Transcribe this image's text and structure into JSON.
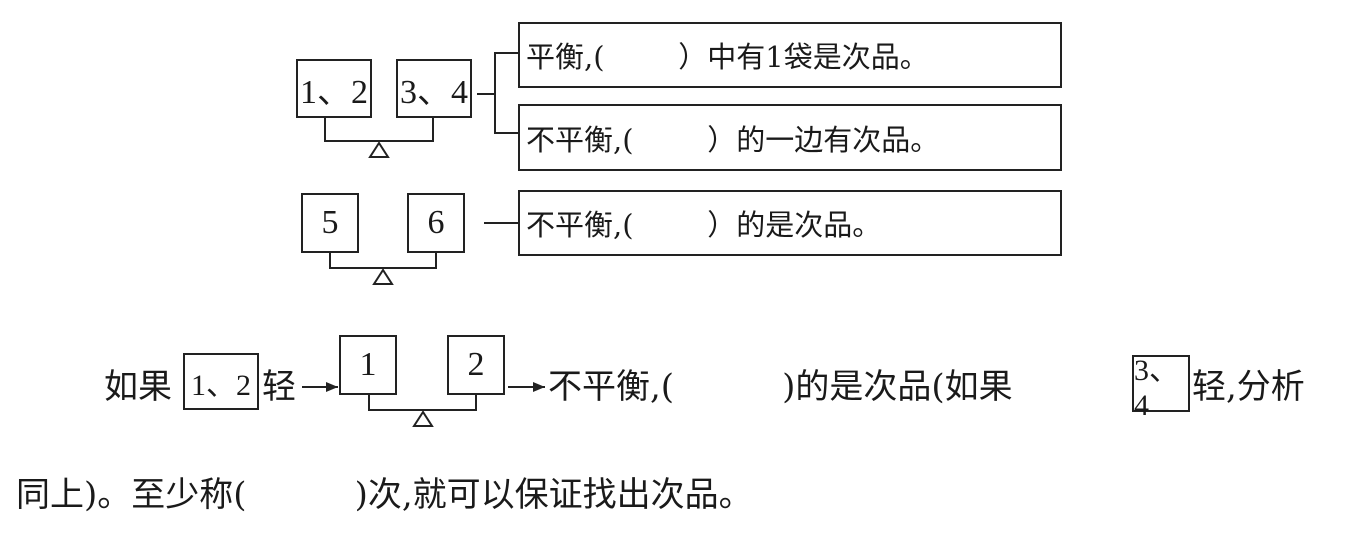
{
  "step1": {
    "left_pan": "1、2",
    "right_pan": "3、4",
    "outcomes": [
      {
        "text": "平衡,(        ）中有1袋是次品。"
      },
      {
        "text": "不平衡,(        ）的一边有次品。"
      }
    ]
  },
  "step2": {
    "left_pan": "5",
    "right_pan": "6",
    "outcomes": [
      {
        "text": "不平衡,(        ）的是次品。"
      }
    ]
  },
  "step3": {
    "prefix": "如果",
    "condition_box": "1、2",
    "condition_suffix": "轻",
    "left_pan": "1",
    "right_pan": "2",
    "result": "不平衡,(          )的是次品(如果",
    "alt_box": "3、4",
    "alt_suffix": "轻,分析"
  },
  "conclusion": {
    "text": "同上)。至少称(          )次,就可以保证找出次品。"
  }
}
